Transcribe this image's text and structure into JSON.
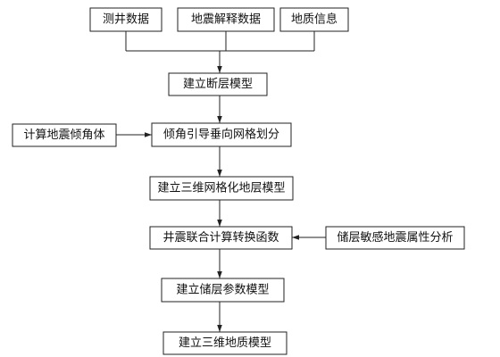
{
  "nodes": {
    "well_data": "测井数据",
    "seismic_interp": "地震解释数据",
    "geo_info": "地质信息",
    "fault_model": "建立断层模型",
    "dip_volume": "计算地震倾角体",
    "grid_division": "倾角引导垂向网格划分",
    "strata_model": "建立三维网格化地层模型",
    "conversion_func": "井震联合计算转换函数",
    "reservoir_analysis": "储层敏感地震属性分析",
    "param_model": "建立储层参数模型",
    "geo_model_3d": "建立三维地质模型"
  }
}
